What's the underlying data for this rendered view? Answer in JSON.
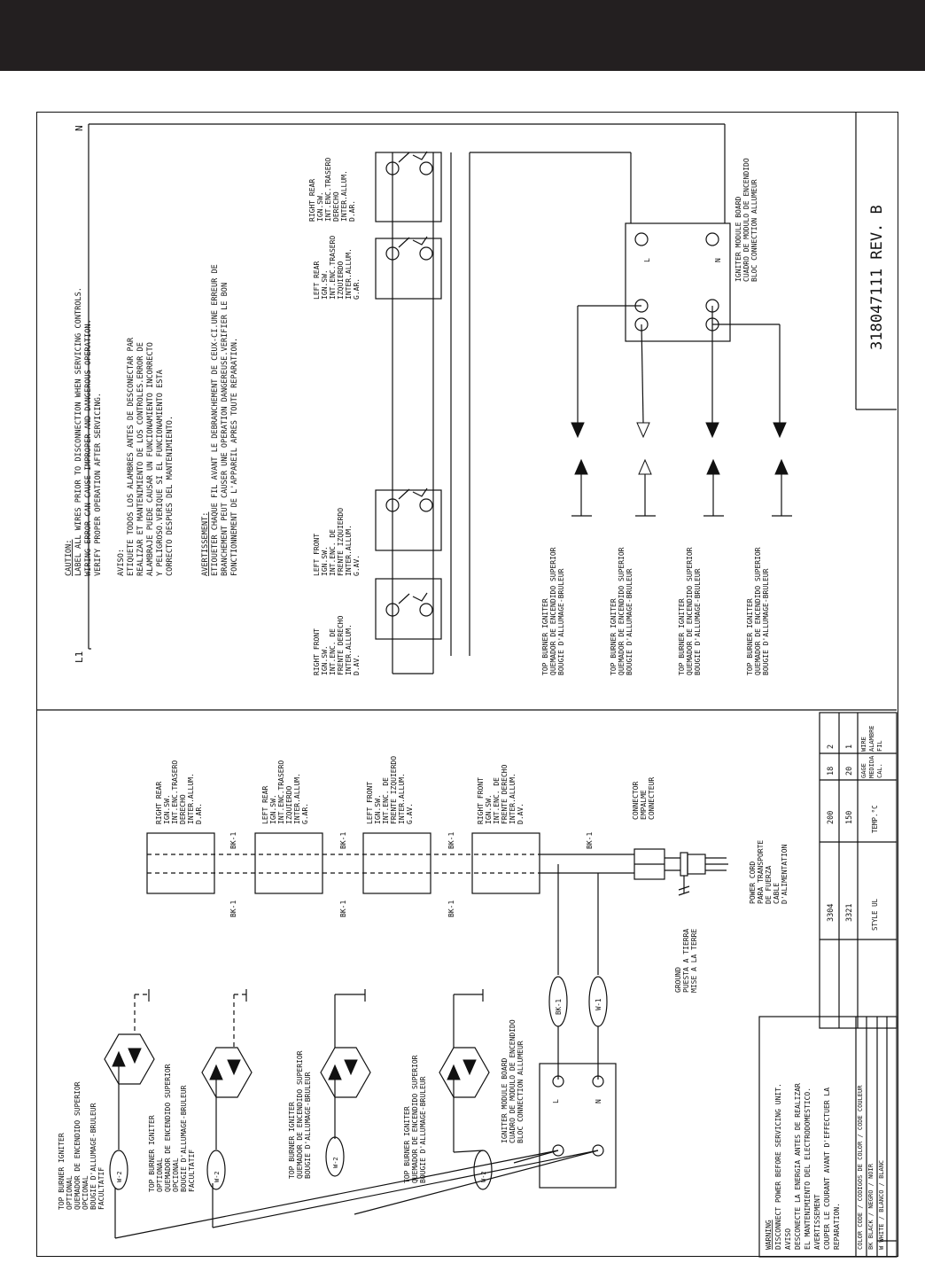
{
  "page": {
    "header_color": "#231f20",
    "line_color": "#111111"
  },
  "schematic": {
    "rail_l1": "L1",
    "rail_n": "N",
    "caution": [
      "CAUTION:",
      "LABEL ALL WIRES PRIOR TO DISCONNECTION WHEN SERVICING CONTROLS.",
      "WIRING ERROR CAN CAUSE IMPROPER AND DANGEROUS OPERATION.",
      "VERIFY PROPER OPERATION AFTER SERVICING."
    ],
    "aviso": [
      "AVISO:",
      "ETIQUETE TODOS LOS ALAMBRES ANTES DE DESCONECTAR PAR",
      "REALIZAR ET MANTENIMIENTO DE LOS CONTROLES.ERROR DE",
      "ALAMBRAJE PUEDE CAUSAR UN FUNCIONAMIENTO INCORRECTO",
      "Y PELIGROSO.VERIQUE SI EL FUNCIONAMIENTO ESTA",
      "CORRECTO DESPUES DEL MANTENIMIENTO."
    ],
    "avertissement": [
      "AVERTISSEMENT:",
      "ETIOUETER CHAQUE FIL AVANT LE DEBRANCHEMENT DE CEUX-CI.UNE ERREUR DE",
      "BRANCHEMENT PEUT CAUSER UNE OPERATION DANGEREUSE.VERIFIER LE BON",
      "FONCTIONNEMENT DE L'APPAREIL APRES TOUTE REPARATION."
    ],
    "switches": {
      "right_front": [
        "RIGHT FRONT",
        "IGN.SW.",
        "INT.ENC. DE",
        "FRENTE DERECHO",
        "INTER.ALLUM.",
        "D.AV."
      ],
      "left_front": [
        "LEFT FRONT",
        "IGN.SW.",
        "INT.ENC. DE",
        "FRENTE IZQUIERDO",
        "INTER.ALLUM.",
        "G.AV."
      ],
      "left_rear": [
        "LEFT REAR",
        "IGN.SW.",
        "INT.ENC.TRASERO",
        "IZQUIERDO",
        "INTER.ALLUM.",
        "G.AR."
      ],
      "right_rear": [
        "RIGHT REAR",
        "IGN.SW.",
        "INT.ENC.TRASERO",
        "DERECHO",
        "INTER.ALLUM.",
        "D.AR."
      ]
    },
    "igniter": [
      "TOP BURNER IGNITER",
      "QUEMADOR DE ENCENDIDO SUPERIOR",
      "BOUGIE D'ALLUMAGE-BRULEUR"
    ],
    "module": [
      "IGNITER MODULE BOARD",
      "CUADRO DE MODULO DE ENCENDIDO",
      "BLOC CONNECTION ALLUMEUR"
    ],
    "terminal_l": "L",
    "terminal_n": "N",
    "part_number": "318047111 REV. B"
  },
  "wiring": {
    "igniter_optional": [
      "TOP BURNER IGNITER",
      "OPTIONAL",
      "QUEMADOR DE ENCENDIDO SUPERIOR",
      "OPCIONAL",
      "BOUGIE D'ALLUMAGE-BRULEUR",
      "FACULTATIF"
    ],
    "igniter_std": [
      "TOP BURNER IGNITER",
      "QUEMADOR DE ENCENDIDO SUPERIOR",
      "BOUGIE D'ALLUMAGE-BRULEUR"
    ],
    "module": [
      "IGNITER MODULE BOARD",
      "CUADRO DE MODULO DE ENCENDIDO",
      "BLOC CONNECTION ALLUMEUR"
    ],
    "switches": {
      "right_rear": [
        "RIGHT REAR",
        "IGN.SW.",
        "INT.ENC.TRASERO",
        "DERECHO",
        "INTER.ALLUM.",
        "D.AR."
      ],
      "left_rear": [
        "LEFT REAR",
        "IGN.SW.",
        "INT.ENC.TRASERO",
        "IZQUIERDO",
        "INTER.ALLUM.",
        "G.AR."
      ],
      "left_front": [
        "LEFT FRONT",
        "IGN.SW.",
        "INT.ENC. DE",
        "FRENTE IZQUIERDO",
        "INTER.ALLUM.",
        "G.AV."
      ],
      "right_front": [
        "RIGHT FRONT",
        "IGN.SW.",
        "INT.ENC. DE",
        "FRENTE DERECHO",
        "INTER.ALLUM.",
        "D.AV."
      ]
    },
    "wire_bk1": "BK-1",
    "wire_w1": "W-1",
    "wire_w2": "W-2",
    "terminal_l": "L",
    "terminal_n": "N",
    "connector": [
      "CONNECTOR",
      "EMPALME",
      "CONNECTEUR"
    ],
    "power_cord": [
      "POWER CORD",
      "PARA TRANSPORTE",
      "DE FUERZA",
      "CABLE",
      "D'ALIMENTATION"
    ],
    "ground": [
      "GROUND",
      "PUESTA A TIERRA",
      "MISE A LA TERRE"
    ]
  },
  "wire_table": {
    "rows": [
      [
        "2",
        "18",
        "200",
        "3304"
      ],
      [
        "1",
        "20",
        "150",
        "3321"
      ]
    ],
    "headers": [
      [
        "WIRE",
        "ALAMBRE",
        "FIL"
      ],
      [
        "GAGE",
        "MEDIDA",
        "CAL."
      ],
      [
        "TEMP.°C"
      ],
      [
        "STYLE UL"
      ]
    ]
  },
  "warning": [
    "WARNING",
    "DISCONNECT POWER BEFORE SERVICING UNIT.",
    "AVISO",
    "DESCONECTE LA ENERGIA ANTES DE REALIZAR",
    "EL MANTENIMIENTO DEL ELECTRODOMESTICO.",
    "AVERTISSEMENT",
    "COUPER LE COURANT AVANT D'EFFECTUER LA",
    "REPARATION."
  ],
  "color_codes": [
    "COLOR CODE / CODIGOS DE COLOR / CODE COULEUR",
    "BK BLACK / NEGRO / NOIR",
    "W  WHITE / BLANCO / BLANC"
  ]
}
